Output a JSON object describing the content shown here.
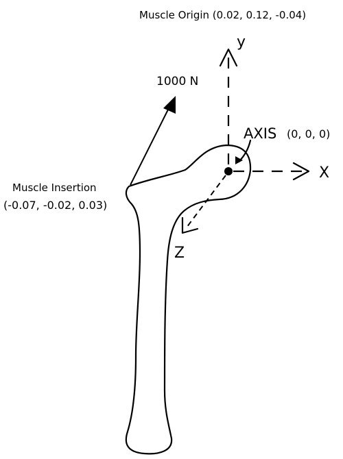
{
  "origin_label": "Muscle Origin (0.02, 0.12, -0.04)",
  "insertion_label_line1": "Muscle Insertion",
  "insertion_label_line2": "(-0.07, -0.02, 0.03)",
  "force_label": "1000 N",
  "axis_label": "AXIS",
  "axis_coords": "(0, 0, 0)",
  "x_label": "X",
  "y_label": "y",
  "z_label": "Z",
  "colors": {
    "ink": "#000000",
    "background": "#ffffff"
  }
}
